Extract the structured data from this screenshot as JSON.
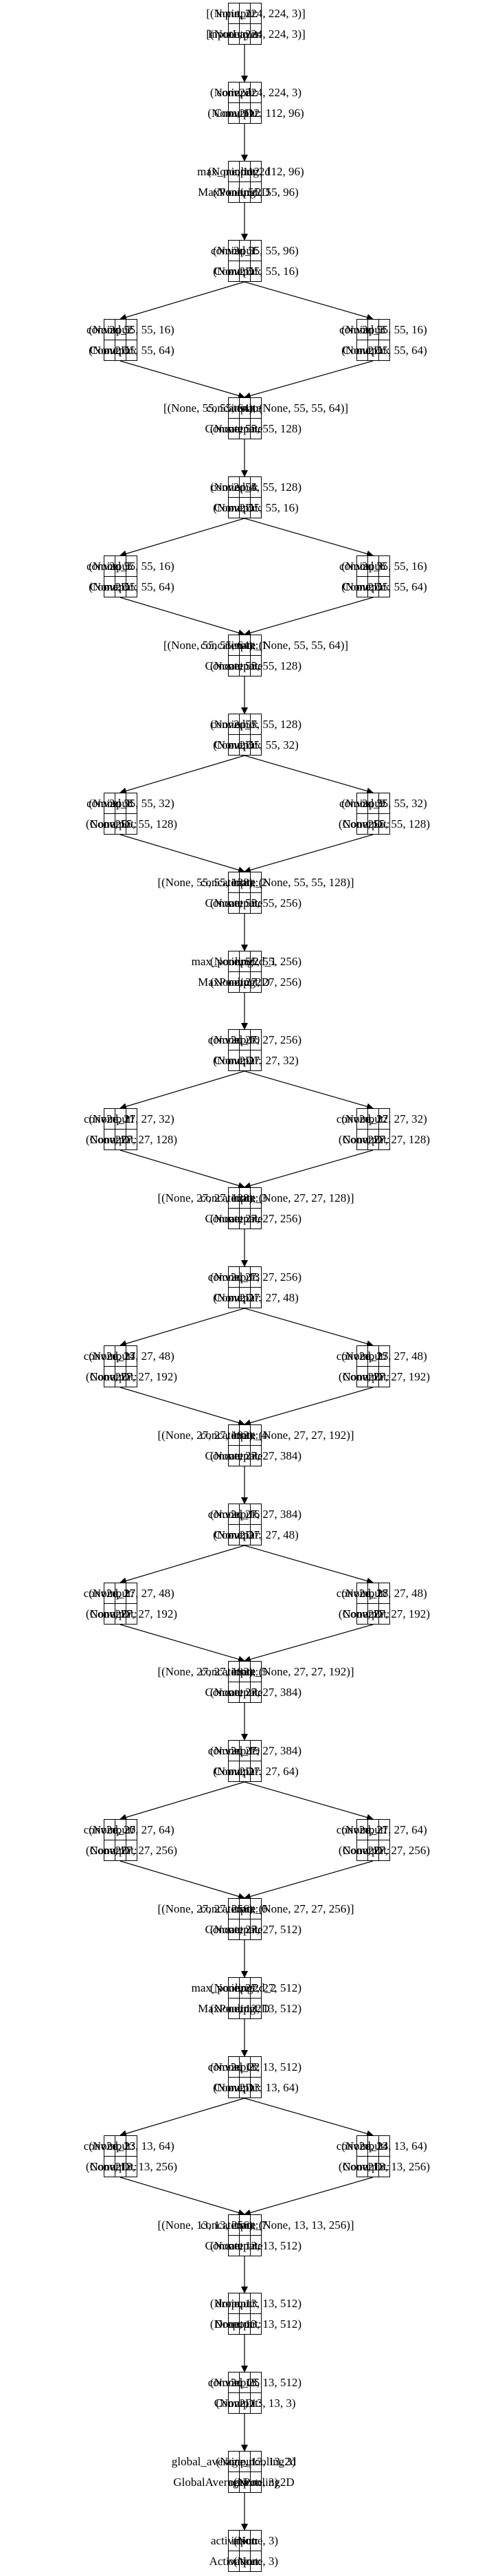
{
  "nodes": [
    {
      "id": "input_1",
      "name": "input_1",
      "type": "InputLayer",
      "input_label": "input:",
      "output_label": "output:",
      "input": "[(None, 224, 224, 3)]",
      "output": "[(None, 224, 224, 3)]"
    },
    {
      "id": "conv2d",
      "name": "conv2d",
      "type": "Conv2D",
      "input_label": "input:",
      "output_label": "output:",
      "input": "(None, 224, 224, 3)",
      "output": "(None, 112, 112, 96)"
    },
    {
      "id": "max_pooling2d",
      "name": "max_pooling2d",
      "type": "MaxPooling2D",
      "input_label": "input:",
      "output_label": "output:",
      "input": "(None, 112, 112, 96)",
      "output": "(None, 55, 55, 96)"
    },
    {
      "id": "conv2d_1",
      "name": "conv2d_1",
      "type": "Conv2D",
      "input_label": "input:",
      "output_label": "output:",
      "input": "(None, 55, 55, 96)",
      "output": "(None, 55, 55, 16)"
    },
    {
      "id": "conv2d_2",
      "name": "conv2d_2",
      "type": "Conv2D",
      "input_label": "input:",
      "output_label": "output:",
      "input": "(None, 55, 55, 16)",
      "output": "(None, 55, 55, 64)"
    },
    {
      "id": "conv2d_3",
      "name": "conv2d_3",
      "type": "Conv2D",
      "input_label": "input:",
      "output_label": "output:",
      "input": "(None, 55, 55, 16)",
      "output": "(None, 55, 55, 64)"
    },
    {
      "id": "concatenate",
      "name": "concatenate",
      "type": "Concatenate",
      "input_label": "input:",
      "output_label": "output:",
      "input": "[(None, 55, 55, 64), (None, 55, 55, 64)]",
      "output": "(None, 55, 55, 128)"
    },
    {
      "id": "conv2d_4",
      "name": "conv2d_4",
      "type": "Conv2D",
      "input_label": "input:",
      "output_label": "output:",
      "input": "(None, 55, 55, 128)",
      "output": "(None, 55, 55, 16)"
    },
    {
      "id": "conv2d_5",
      "name": "conv2d_5",
      "type": "Conv2D",
      "input_label": "input:",
      "output_label": "output:",
      "input": "(None, 55, 55, 16)",
      "output": "(None, 55, 55, 64)"
    },
    {
      "id": "conv2d_6",
      "name": "conv2d_6",
      "type": "Conv2D",
      "input_label": "input:",
      "output_label": "output:",
      "input": "(None, 55, 55, 16)",
      "output": "(None, 55, 55, 64)"
    },
    {
      "id": "concatenate_1",
      "name": "concatenate_1",
      "type": "Concatenate",
      "input_label": "input:",
      "output_label": "output:",
      "input": "[(None, 55, 55, 64), (None, 55, 55, 64)]",
      "output": "(None, 55, 55, 128)"
    },
    {
      "id": "conv2d_7",
      "name": "conv2d_7",
      "type": "Conv2D",
      "input_label": "input:",
      "output_label": "output:",
      "input": "(None, 55, 55, 128)",
      "output": "(None, 55, 55, 32)"
    },
    {
      "id": "conv2d_8",
      "name": "conv2d_8",
      "type": "Conv2D",
      "input_label": "input:",
      "output_label": "output:",
      "input": "(None, 55, 55, 32)",
      "output": "(None, 55, 55, 128)"
    },
    {
      "id": "conv2d_9",
      "name": "conv2d_9",
      "type": "Conv2D",
      "input_label": "input:",
      "output_label": "output:",
      "input": "(None, 55, 55, 32)",
      "output": "(None, 55, 55, 128)"
    },
    {
      "id": "concatenate_2",
      "name": "concatenate_2",
      "type": "Concatenate",
      "input_label": "input:",
      "output_label": "output:",
      "input": "[(None, 55, 55, 128), (None, 55, 55, 128)]",
      "output": "(None, 55, 55, 256)"
    },
    {
      "id": "max_pooling2d_1",
      "name": "max_pooling2d_1",
      "type": "MaxPooling2D",
      "input_label": "input:",
      "output_label": "output:",
      "input": "(None, 55, 55, 256)",
      "output": "(None, 27, 27, 256)"
    },
    {
      "id": "conv2d_10",
      "name": "conv2d_10",
      "type": "Conv2D",
      "input_label": "input:",
      "output_label": "output:",
      "input": "(None, 27, 27, 256)",
      "output": "(None, 27, 27, 32)"
    },
    {
      "id": "conv2d_11",
      "name": "conv2d_11",
      "type": "Conv2D",
      "input_label": "input:",
      "output_label": "output:",
      "input": "(None, 27, 27, 32)",
      "output": "(None, 27, 27, 128)"
    },
    {
      "id": "conv2d_12",
      "name": "conv2d_12",
      "type": "Conv2D",
      "input_label": "input:",
      "output_label": "output:",
      "input": "(None, 27, 27, 32)",
      "output": "(None, 27, 27, 128)"
    },
    {
      "id": "concatenate_3",
      "name": "concatenate_3",
      "type": "Concatenate",
      "input_label": "input:",
      "output_label": "output:",
      "input": "[(None, 27, 27, 128), (None, 27, 27, 128)]",
      "output": "(None, 27, 27, 256)"
    },
    {
      "id": "conv2d_13",
      "name": "conv2d_13",
      "type": "Conv2D",
      "input_label": "input:",
      "output_label": "output:",
      "input": "(None, 27, 27, 256)",
      "output": "(None, 27, 27, 48)"
    },
    {
      "id": "conv2d_14",
      "name": "conv2d_14",
      "type": "Conv2D",
      "input_label": "input:",
      "output_label": "output:",
      "input": "(None, 27, 27, 48)",
      "output": "(None, 27, 27, 192)"
    },
    {
      "id": "conv2d_15",
      "name": "conv2d_15",
      "type": "Conv2D",
      "input_label": "input:",
      "output_label": "output:",
      "input": "(None, 27, 27, 48)",
      "output": "(None, 27, 27, 192)"
    },
    {
      "id": "concatenate_4",
      "name": "concatenate_4",
      "type": "Concatenate",
      "input_label": "input:",
      "output_label": "output:",
      "input": "[(None, 27, 27, 192), (None, 27, 27, 192)]",
      "output": "(None, 27, 27, 384)"
    },
    {
      "id": "conv2d_16",
      "name": "conv2d_16",
      "type": "Conv2D",
      "input_label": "input:",
      "output_label": "output:",
      "input": "(None, 27, 27, 384)",
      "output": "(None, 27, 27, 48)"
    },
    {
      "id": "conv2d_17",
      "name": "conv2d_17",
      "type": "Conv2D",
      "input_label": "input:",
      "output_label": "output:",
      "input": "(None, 27, 27, 48)",
      "output": "(None, 27, 27, 192)"
    },
    {
      "id": "conv2d_18",
      "name": "conv2d_18",
      "type": "Conv2D",
      "input_label": "input:",
      "output_label": "output:",
      "input": "(None, 27, 27, 48)",
      "output": "(None, 27, 27, 192)"
    },
    {
      "id": "concatenate_5",
      "name": "concatenate_5",
      "type": "Concatenate",
      "input_label": "input:",
      "output_label": "output:",
      "input": "[(None, 27, 27, 192), (None, 27, 27, 192)]",
      "output": "(None, 27, 27, 384)"
    },
    {
      "id": "conv2d_19",
      "name": "conv2d_19",
      "type": "Conv2D",
      "input_label": "input:",
      "output_label": "output:",
      "input": "(None, 27, 27, 384)",
      "output": "(None, 27, 27, 64)"
    },
    {
      "id": "conv2d_20",
      "name": "conv2d_20",
      "type": "Conv2D",
      "input_label": "input:",
      "output_label": "output:",
      "input": "(None, 27, 27, 64)",
      "output": "(None, 27, 27, 256)"
    },
    {
      "id": "conv2d_21",
      "name": "conv2d_21",
      "type": "Conv2D",
      "input_label": "input:",
      "output_label": "output:",
      "input": "(None, 27, 27, 64)",
      "output": "(None, 27, 27, 256)"
    },
    {
      "id": "concatenate_6",
      "name": "concatenate_6",
      "type": "Concatenate",
      "input_label": "input:",
      "output_label": "output:",
      "input": "[(None, 27, 27, 256), (None, 27, 27, 256)]",
      "output": "(None, 27, 27, 512)"
    },
    {
      "id": "max_pooling2d_2",
      "name": "max_pooling2d_2",
      "type": "MaxPooling2D",
      "input_label": "input:",
      "output_label": "output:",
      "input": "(None, 27, 27, 512)",
      "output": "(None, 13, 13, 512)"
    },
    {
      "id": "conv2d_22",
      "name": "conv2d_22",
      "type": "Conv2D",
      "input_label": "input:",
      "output_label": "output:",
      "input": "(None, 13, 13, 512)",
      "output": "(None, 13, 13, 64)"
    },
    {
      "id": "conv2d_23",
      "name": "conv2d_23",
      "type": "Conv2D",
      "input_label": "input:",
      "output_label": "output:",
      "input": "(None, 13, 13, 64)",
      "output": "(None, 13, 13, 256)"
    },
    {
      "id": "conv2d_24",
      "name": "conv2d_24",
      "type": "Conv2D",
      "input_label": "input:",
      "output_label": "output:",
      "input": "(None, 13, 13, 64)",
      "output": "(None, 13, 13, 256)"
    },
    {
      "id": "concatenate_7",
      "name": "concatenate_7",
      "type": "Concatenate",
      "input_label": "input:",
      "output_label": "output:",
      "input": "[(None, 13, 13, 256), (None, 13, 13, 256)]",
      "output": "(None, 13, 13, 512)"
    },
    {
      "id": "dropout",
      "name": "dropout",
      "type": "Dropout",
      "input_label": "input:",
      "output_label": "output:",
      "input": "(None, 13, 13, 512)",
      "output": "(None, 13, 13, 512)"
    },
    {
      "id": "conv2d_25",
      "name": "conv2d_25",
      "type": "Conv2D",
      "input_label": "input:",
      "output_label": "output:",
      "input": "(None, 13, 13, 512)",
      "output": "(None, 13, 13, 3)"
    },
    {
      "id": "global_average_pooling2d",
      "name": "global_average_pooling2d",
      "type": "GlobalAveragePooling2D",
      "input_label": "input:",
      "output_label": "output:",
      "input": "(None, 13, 13, 3)",
      "output": "(None, 3)"
    },
    {
      "id": "activation",
      "name": "activation",
      "type": "Activation",
      "input_label": "input:",
      "output_label": "output:",
      "input": "(None, 3)",
      "output": "(None, 3)"
    }
  ],
  "edges": [
    [
      "input_1",
      "conv2d"
    ],
    [
      "conv2d",
      "max_pooling2d"
    ],
    [
      "max_pooling2d",
      "conv2d_1"
    ],
    [
      "conv2d_1",
      "conv2d_2"
    ],
    [
      "conv2d_1",
      "conv2d_3"
    ],
    [
      "conv2d_2",
      "concatenate"
    ],
    [
      "conv2d_3",
      "concatenate"
    ],
    [
      "concatenate",
      "conv2d_4"
    ],
    [
      "conv2d_4",
      "conv2d_5"
    ],
    [
      "conv2d_4",
      "conv2d_6"
    ],
    [
      "conv2d_5",
      "concatenate_1"
    ],
    [
      "conv2d_6",
      "concatenate_1"
    ],
    [
      "concatenate_1",
      "conv2d_7"
    ],
    [
      "conv2d_7",
      "conv2d_8"
    ],
    [
      "conv2d_7",
      "conv2d_9"
    ],
    [
      "conv2d_8",
      "concatenate_2"
    ],
    [
      "conv2d_9",
      "concatenate_2"
    ],
    [
      "concatenate_2",
      "max_pooling2d_1"
    ],
    [
      "max_pooling2d_1",
      "conv2d_10"
    ],
    [
      "conv2d_10",
      "conv2d_11"
    ],
    [
      "conv2d_10",
      "conv2d_12"
    ],
    [
      "conv2d_11",
      "concatenate_3"
    ],
    [
      "conv2d_12",
      "concatenate_3"
    ],
    [
      "concatenate_3",
      "conv2d_13"
    ],
    [
      "conv2d_13",
      "conv2d_14"
    ],
    [
      "conv2d_13",
      "conv2d_15"
    ],
    [
      "conv2d_14",
      "concatenate_4"
    ],
    [
      "conv2d_15",
      "concatenate_4"
    ],
    [
      "concatenate_4",
      "conv2d_16"
    ],
    [
      "conv2d_16",
      "conv2d_17"
    ],
    [
      "conv2d_16",
      "conv2d_18"
    ],
    [
      "conv2d_17",
      "concatenate_5"
    ],
    [
      "conv2d_18",
      "concatenate_5"
    ],
    [
      "concatenate_5",
      "conv2d_19"
    ],
    [
      "conv2d_19",
      "conv2d_20"
    ],
    [
      "conv2d_19",
      "conv2d_21"
    ],
    [
      "conv2d_20",
      "concatenate_6"
    ],
    [
      "conv2d_21",
      "concatenate_6"
    ],
    [
      "concatenate_6",
      "max_pooling2d_2"
    ],
    [
      "max_pooling2d_2",
      "conv2d_22"
    ],
    [
      "conv2d_22",
      "conv2d_23"
    ],
    [
      "conv2d_22",
      "conv2d_24"
    ],
    [
      "conv2d_23",
      "concatenate_7"
    ],
    [
      "conv2d_24",
      "concatenate_7"
    ],
    [
      "concatenate_7",
      "dropout"
    ],
    [
      "dropout",
      "conv2d_25"
    ],
    [
      "conv2d_25",
      "global_average_pooling2d"
    ],
    [
      "global_average_pooling2d",
      "activation"
    ]
  ]
}
